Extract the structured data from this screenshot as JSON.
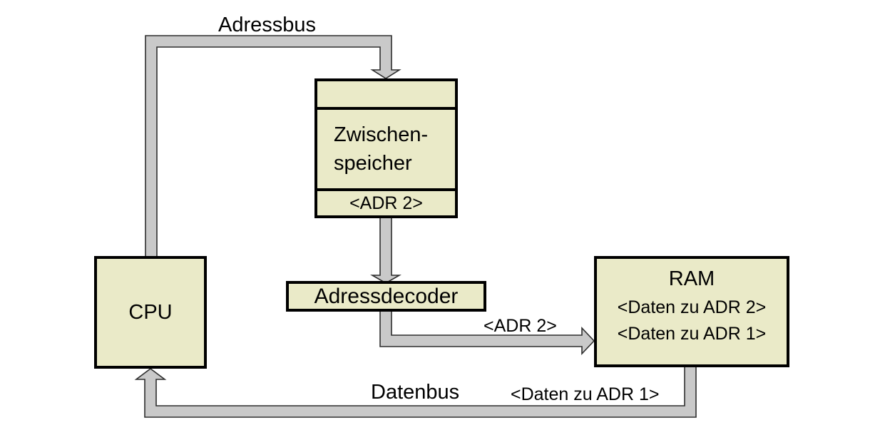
{
  "nodes": {
    "cpu": {
      "label": "CPU"
    },
    "buffer": {
      "line1": "Zwischen-",
      "line2": "speicher",
      "value": "<ADR 2>"
    },
    "decoder": {
      "label": "Adressdecoder"
    },
    "ram": {
      "title": "RAM",
      "value1": "<Daten zu ADR 2>",
      "value2": "<Daten zu ADR 1>"
    }
  },
  "buses": {
    "addressbus": {
      "label": "Adressbus"
    },
    "decoder_to_ram": {
      "label": "<ADR 2>"
    },
    "databus": {
      "label": "Datenbus",
      "data_label": "<Daten zu ADR 1>"
    }
  },
  "colors": {
    "background": "#FFFFFF",
    "box_fill": "#EAEAC8",
    "box_border": "#000000",
    "bus_fill": "#C9C9C9",
    "bus_outline": "#2E2E2E"
  }
}
